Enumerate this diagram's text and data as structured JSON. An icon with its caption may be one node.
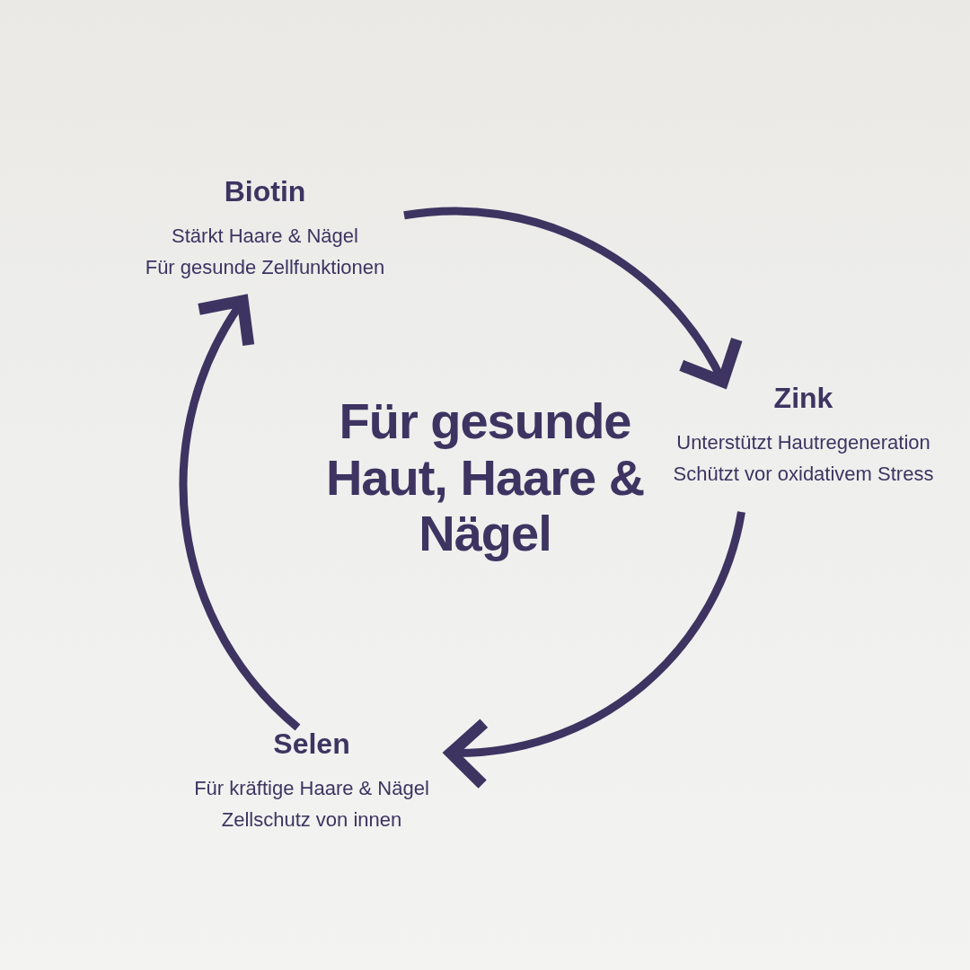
{
  "diagram": {
    "title": "Für gesunde Haut, Haare & Nägel",
    "nodes": [
      {
        "text": [
          "Biotin",
          "Stärkt Haare & Nägel",
          "Für gesunde Zellfunktionen"
        ]
      },
      {
        "text": [
          "Zink",
          "Unterstützt Hautregeneration",
          "Schützt vor oxidativem Stress"
        ]
      },
      {
        "text": [
          "Selen",
          "Für kräftige Haare & Nägel",
          "Zellschutz von innen"
        ]
      }
    ],
    "edges": [
      {
        "from": 0,
        "to": 1,
        "arrow": "to"
      },
      {
        "from": 1,
        "to": 2,
        "arrow": "to"
      },
      {
        "from": 2,
        "to": 0,
        "arrow": "to"
      }
    ]
  }
}
